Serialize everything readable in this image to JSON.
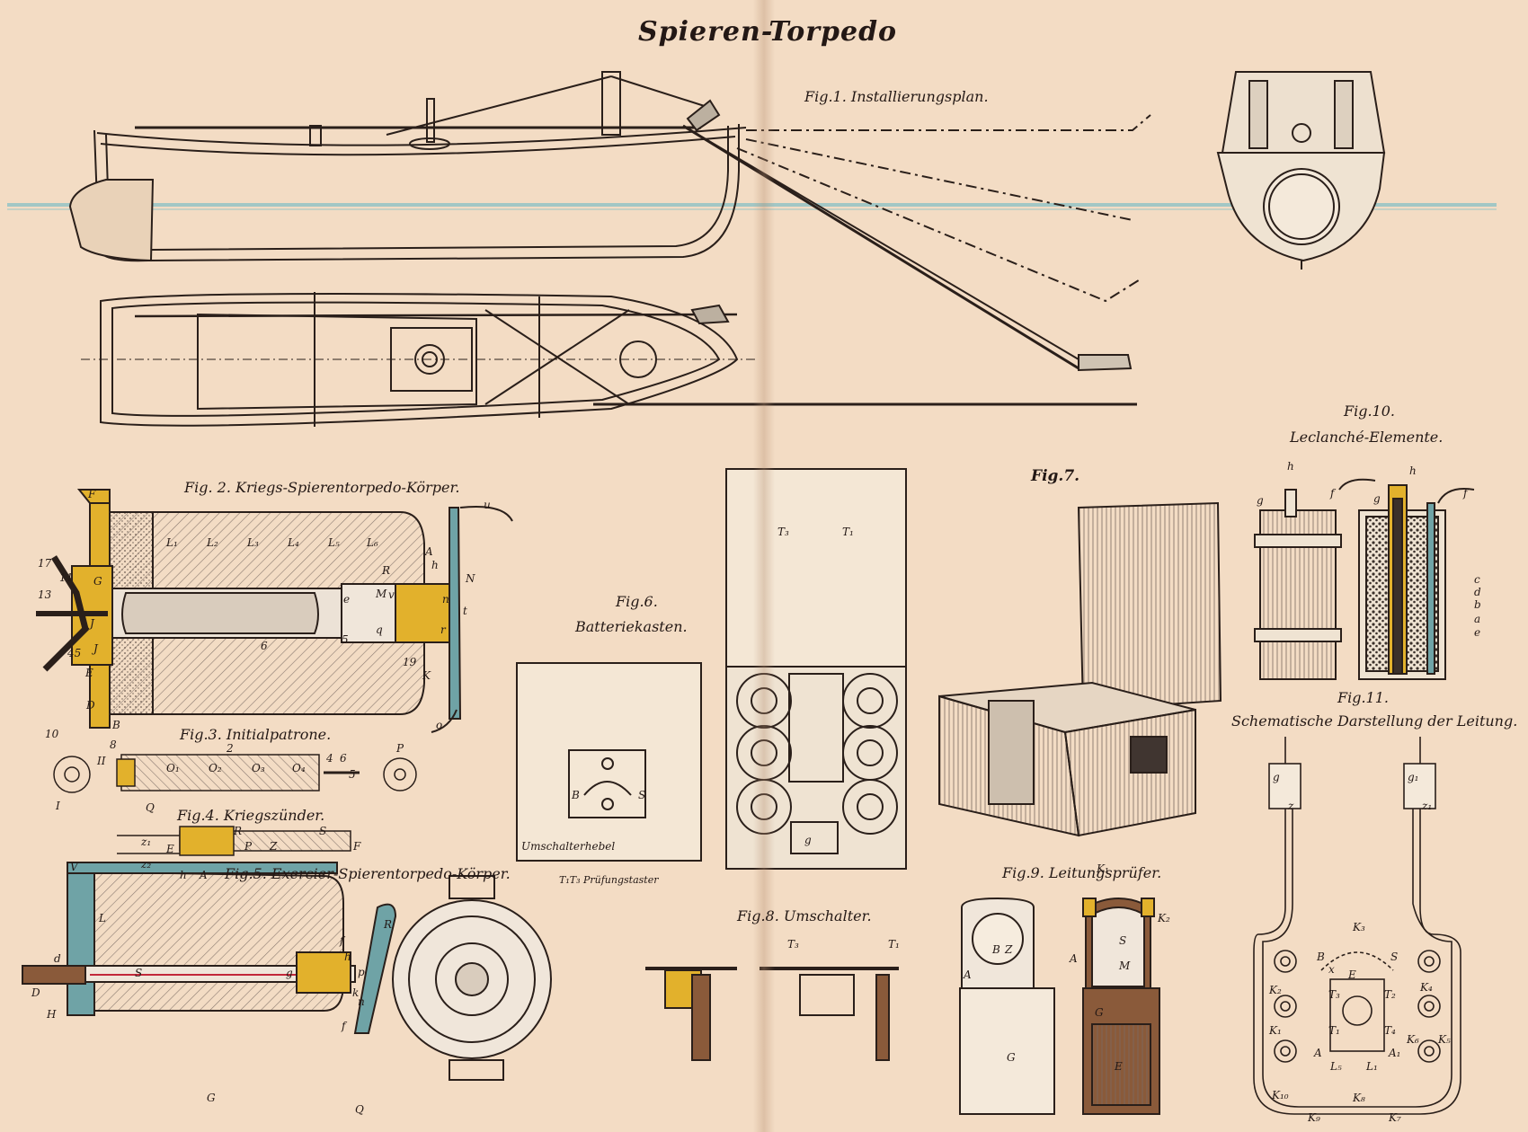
{
  "plate": {
    "title": "Spieren-Torpedo",
    "colors": {
      "paper": "#f3dcc4",
      "ink": "#2a1f1a",
      "water": "#8fc3c6",
      "brass": "#e2b12c",
      "steel": "#6fa3a6",
      "wire": "#c2283a",
      "wood": "#8a5a3a"
    }
  },
  "figures": {
    "fig1": {
      "caption": "Fig.1. Installierungsplan."
    },
    "fig2": {
      "caption": "Fig. 2. Kriegs-Spierentorpedo-Körper.",
      "labels": [
        "F",
        "L₁",
        "L₂",
        "L₃",
        "L₄",
        "L₅",
        "L₆",
        "A",
        "N",
        "u",
        "17",
        "11",
        "13",
        "G",
        "J",
        "E",
        "45",
        "D",
        "B",
        "K",
        "o",
        "R",
        "M",
        "h",
        "n",
        "q",
        "e",
        "v",
        "t",
        "r",
        "6",
        "5",
        "19",
        "J"
      ]
    },
    "fig3": {
      "caption": "Fig.3. Initialpatrone.",
      "labels": [
        "10",
        "II",
        "I",
        "8",
        "Q",
        "O₁",
        "O₂",
        "O₃",
        "O₄",
        "P",
        "4",
        "6",
        "5",
        "2"
      ]
    },
    "fig4": {
      "caption": "Fig.4. Kriegszünder.",
      "labels": [
        "z₁",
        "z₂",
        "E",
        "h",
        "A",
        "R",
        "P",
        "Z",
        "S",
        "F"
      ]
    },
    "fig5": {
      "caption": "Fig.5. Exercier-Spierentorpedo-Körper.",
      "labels": [
        "V",
        "L",
        "S",
        "d",
        "D",
        "H",
        "G",
        "g",
        "f",
        "h",
        "p",
        "k",
        "n",
        "R",
        "f",
        "Q"
      ]
    },
    "fig6": {
      "caption_line1": "Fig.6.",
      "caption_line2": "Batteriekasten.",
      "labels": [
        "T₃",
        "T₁",
        "B",
        "S",
        "Umschalterhebel",
        "g"
      ],
      "note": "T₁T₃ Prüfungstaster"
    },
    "fig7": {
      "caption": "Fig.7."
    },
    "fig8": {
      "caption": "Fig.8. Umschalter.",
      "labels": [
        "T₃",
        "T₁"
      ]
    },
    "fig9": {
      "caption": "Fig.9. Leitungsprüfer.",
      "labels": [
        "K₁",
        "K₂",
        "A",
        "A",
        "G",
        "G",
        "E",
        "B",
        "Z",
        "S",
        "M"
      ]
    },
    "fig10": {
      "caption_line1": "Fig.10.",
      "caption_line2": "Leclanché-Elemente.",
      "labels": [
        "h",
        "g",
        "f",
        "h",
        "g",
        "f",
        "c",
        "d",
        "b",
        "a",
        "e"
      ]
    },
    "fig11": {
      "caption_line1": "Fig.11.",
      "caption_line2": "Schematische Darstellung der Leitung.",
      "labels": [
        "g",
        "g₁",
        "z",
        "z₁",
        "K₃",
        "B",
        "S",
        "K₂",
        "K₄",
        "K₁",
        "K₅",
        "K₆",
        "A",
        "A₁",
        "L₅",
        "L₁",
        "K₁₀",
        "K₉",
        "K₈",
        "K₇",
        "T₃",
        "T₁",
        "T₂",
        "T₄",
        "E",
        "x"
      ]
    }
  }
}
